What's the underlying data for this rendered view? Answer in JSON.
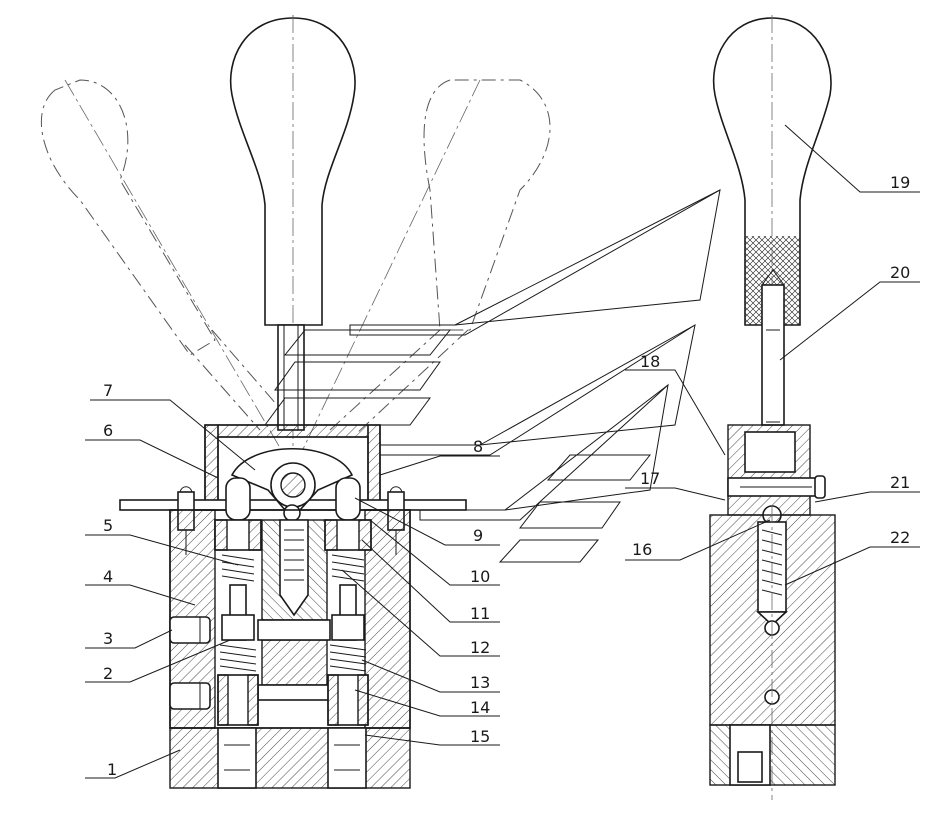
{
  "callouts": [
    {
      "num": "1"
    },
    {
      "num": "2"
    },
    {
      "num": "3"
    },
    {
      "num": "4"
    },
    {
      "num": "5"
    },
    {
      "num": "6"
    },
    {
      "num": "7"
    },
    {
      "num": "8"
    },
    {
      "num": "9"
    },
    {
      "num": "10"
    },
    {
      "num": "11"
    },
    {
      "num": "12"
    },
    {
      "num": "13"
    },
    {
      "num": "14"
    },
    {
      "num": "15"
    },
    {
      "num": "16"
    },
    {
      "num": "17"
    },
    {
      "num": "18"
    },
    {
      "num": "19"
    },
    {
      "num": "20"
    },
    {
      "num": "21"
    },
    {
      "num": "22"
    }
  ],
  "colors": {
    "line": "#1a1a1a",
    "background": "#ffffff",
    "ghost": "#555555"
  }
}
